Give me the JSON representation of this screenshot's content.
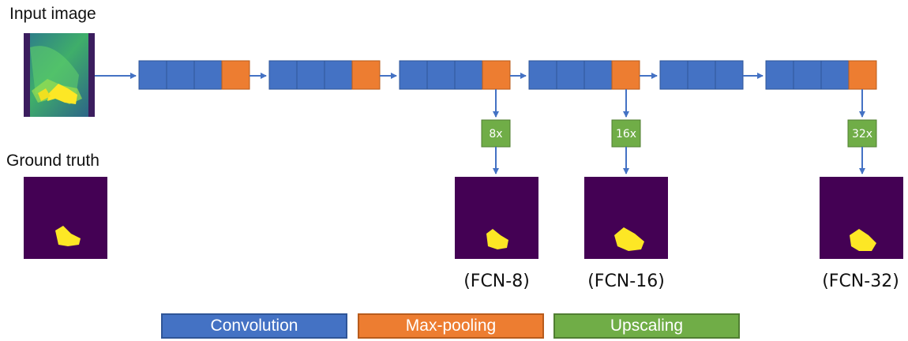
{
  "labels": {
    "input_image": "Input image",
    "ground_truth": "Ground truth"
  },
  "upscale": [
    "8x",
    "16x",
    "32x"
  ],
  "outputs": [
    "(FCN-8)",
    "(FCN-16)",
    "(FCN-32)"
  ],
  "legend": {
    "convolution": "Convolution",
    "max_pooling": "Max-pooling",
    "upscaling": "Upscaling"
  },
  "colors": {
    "convolution": "#4472c4",
    "max_pooling": "#ed7d31",
    "upscaling": "#70ad47",
    "arrow": "#4472c4",
    "mask_background": "#440154",
    "mask_foreground": "#fde725"
  }
}
